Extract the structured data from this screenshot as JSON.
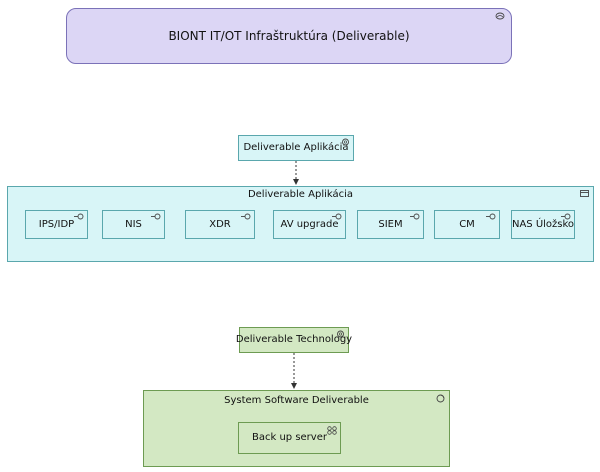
{
  "top_deliverable": {
    "label": "BIONT IT/OT Infraštruktúra (Deliverable)",
    "icon": "deliverable-icon"
  },
  "application": {
    "interface_label": "Deliverable Aplikácia",
    "group_title": "Deliverable Aplikácia",
    "components": [
      "IPS/IDP",
      "NIS",
      "XDR",
      "AV upgrade",
      "SIEM",
      "CM",
      "NAS Úložsko"
    ]
  },
  "technology": {
    "interface_label": "Deliverable Technology",
    "node_title": "System Software Deliverable",
    "service_label": "Back up server"
  },
  "colors": {
    "deliverable_fill": "#dcd6f5",
    "deliverable_border": "#7b72b8",
    "application_fill": "#d8f5f7",
    "application_border": "#5aa7ad",
    "technology_fill": "#d3e8c3",
    "technology_border": "#6d9b52"
  }
}
